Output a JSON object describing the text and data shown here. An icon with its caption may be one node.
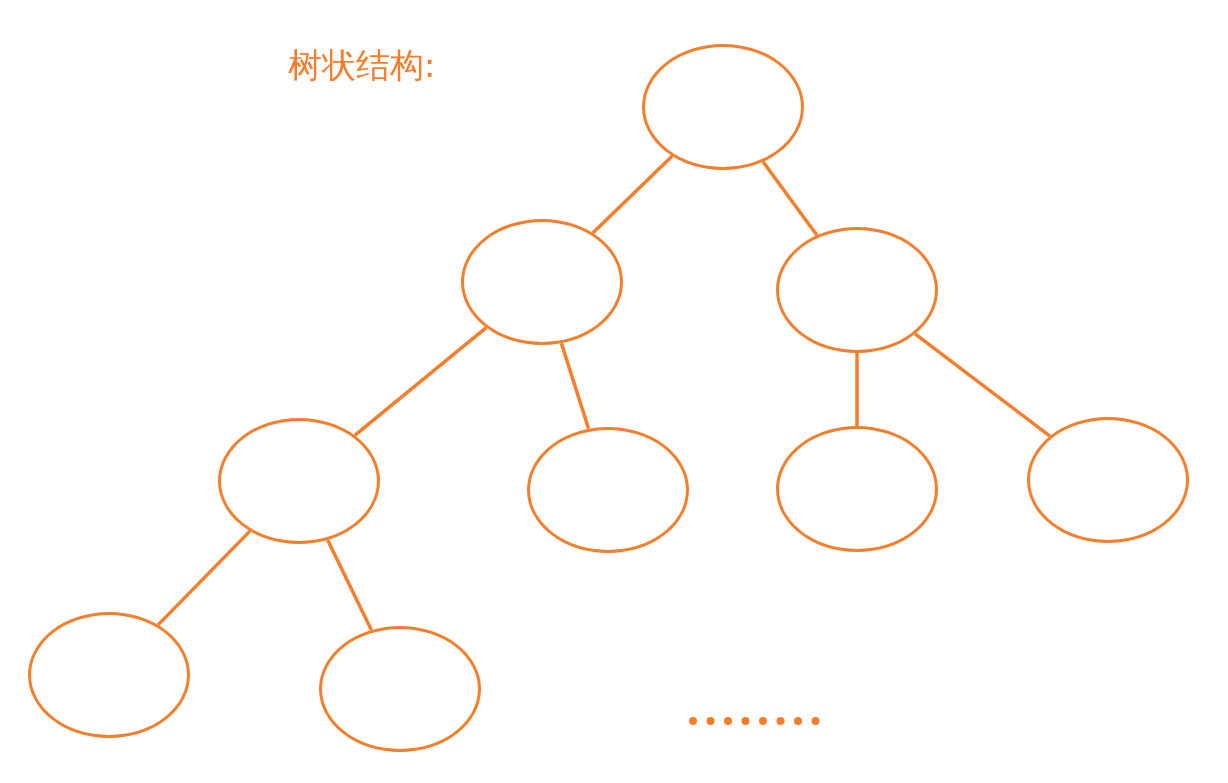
{
  "diagram": {
    "title": "树状结构:",
    "nodes": [
      {
        "text": [],
        "shape": "ellipse"
      },
      {
        "text": [],
        "shape": "ellipse"
      },
      {
        "text": [],
        "shape": "ellipse"
      },
      {
        "text": [],
        "shape": "ellipse"
      },
      {
        "text": [],
        "shape": "ellipse"
      },
      {
        "text": [],
        "shape": "ellipse"
      },
      {
        "text": [],
        "shape": "ellipse"
      },
      {
        "text": [],
        "shape": "ellipse"
      },
      {
        "text": [],
        "shape": "ellipse"
      }
    ],
    "edges": [
      {
        "from": 0,
        "to": 1,
        "arrow": "none"
      },
      {
        "from": 0,
        "to": 2,
        "arrow": "none"
      },
      {
        "from": 1,
        "to": 3,
        "arrow": "none"
      },
      {
        "from": 1,
        "to": 4,
        "arrow": "none"
      },
      {
        "from": 2,
        "to": 5,
        "arrow": "none"
      },
      {
        "from": 2,
        "to": 6,
        "arrow": "none"
      },
      {
        "from": 3,
        "to": 7,
        "arrow": "none"
      },
      {
        "from": 3,
        "to": 8,
        "arrow": "none"
      }
    ]
  }
}
